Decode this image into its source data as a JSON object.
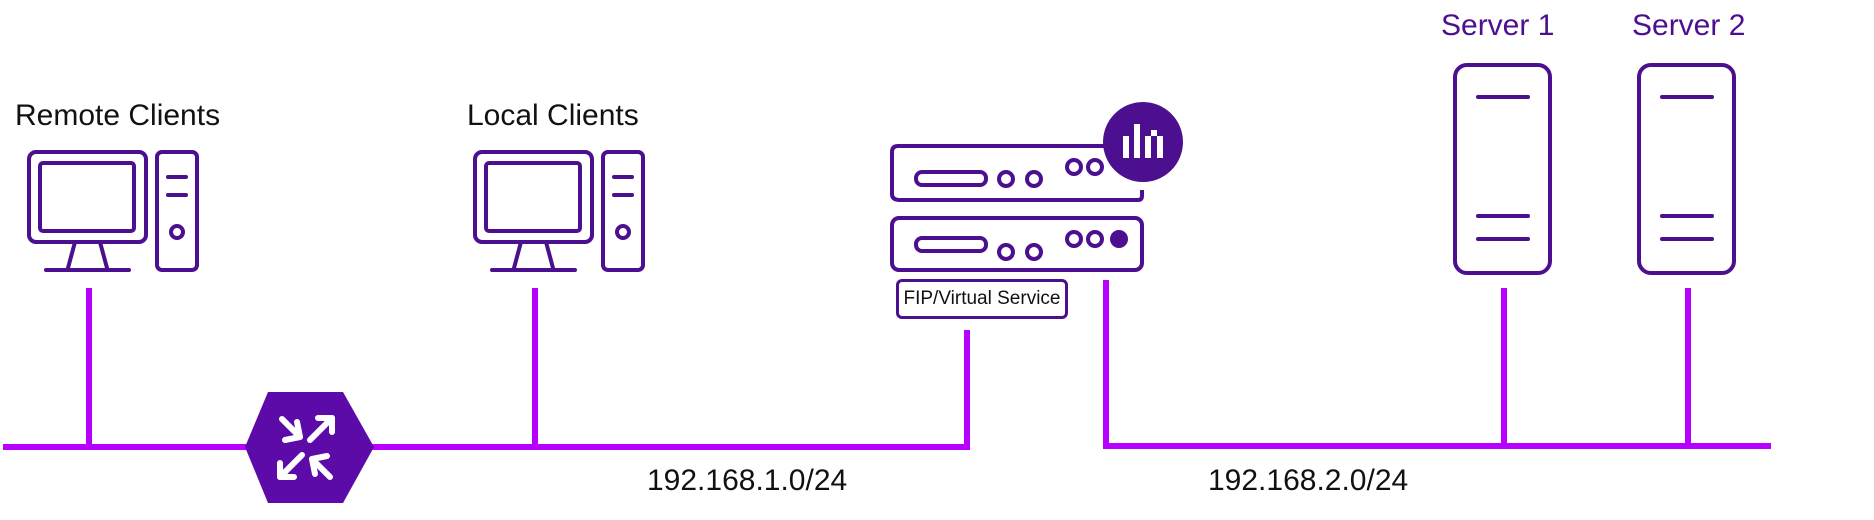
{
  "colors": {
    "network_line": "#b700ff",
    "device_outline": "#4b0f8f",
    "router_fill": "#5c0aa8",
    "badge_fill": "#4b0f8f",
    "text": "#111111"
  },
  "clients": {
    "remote_label": "Remote Clients",
    "local_label": "Local Clients"
  },
  "servers": {
    "server1_label": "Server 1",
    "server2_label": "Server 2"
  },
  "load_balancer": {
    "fip_label": "FIP/Virtual Service",
    "badge_icon": "loadmaster-logo-icon"
  },
  "router": {
    "icon": "router-arrows-icon"
  },
  "subnets": {
    "left": "192.168.1.0/24",
    "right": "192.168.2.0/24"
  }
}
